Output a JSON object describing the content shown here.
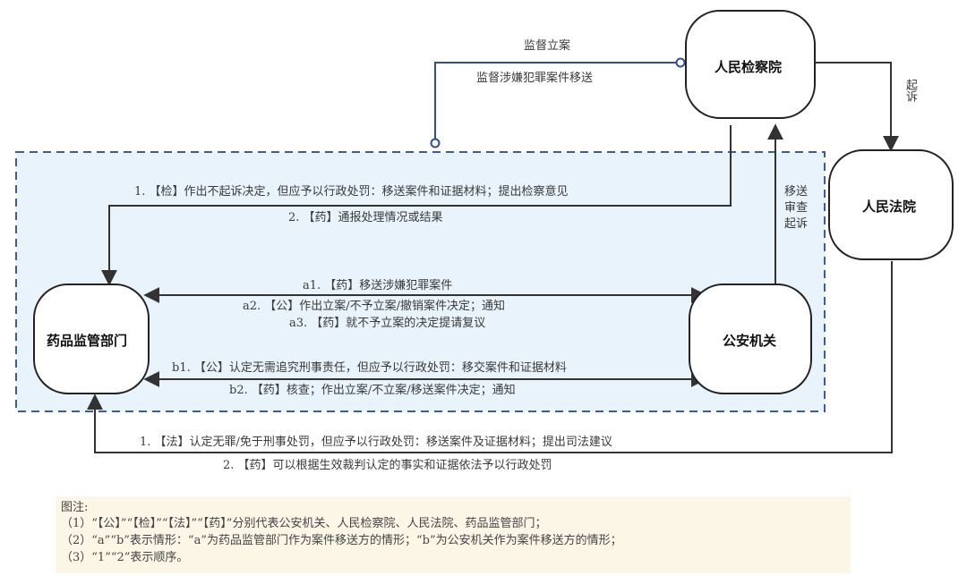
{
  "nodes": {
    "procuratorate": "人民检察院",
    "court": "人民法院",
    "drug_dept": "药品监管部门",
    "police": "公安机关"
  },
  "edges": {
    "supervise_1": "监督立案",
    "supervise_2": "监督涉嫌犯罪案件移送",
    "prosecute": "起诉",
    "review_lines": [
      "移送",
      "审查",
      "起诉"
    ],
    "proc_to_drug_1": "1. 【检】作出不起诉决定，但应予以行政处罚：移送案件和证据材料；提出检察意见",
    "proc_to_drug_2": "2. 【药】通报处理情况或结果",
    "a1": "a1. 【药】移送涉嫌犯罪案件",
    "a2": "a2. 【公】作出立案/不予立案/撤销案件决定；通知",
    "a3": "a3. 【药】就不予立案的决定提请复议",
    "b1": "b1. 【公】认定无需追究刑事责任，但应予以行政处罚：移交案件和证据材料",
    "b2": "b2. 【药】核查；作出立案/不立案/移送案件决定；通知",
    "court_to_drug_1": "1. 【法】认定无罪/免于刑事处罚，但应予以行政处罚：移送案件及证据材料；提出司法建议",
    "court_to_drug_2": "2. 【药】可以根据生效裁判认定的事实和证据依法予以行政处罚"
  },
  "legend": {
    "title": "图注:",
    "items": [
      "（1）“【公】”“【检】”“【法】”“【药】”分别代表公安机关、人民检察院、人民法院、药品监管部门；",
      "（2）“a”“b”表示情形：“a”为药品监管部门作为案件移送方的情形；“b”为公安机关作为案件移送方的情形；",
      "（3）“1”“2”表示顺序。"
    ]
  },
  "colors": {
    "box_fill": "#e8f3fb",
    "box_border": "#3a5ba8",
    "supervise_line": "#2f4d9a",
    "arrow": "#333333",
    "legend_bg": "#fbf6e6"
  }
}
